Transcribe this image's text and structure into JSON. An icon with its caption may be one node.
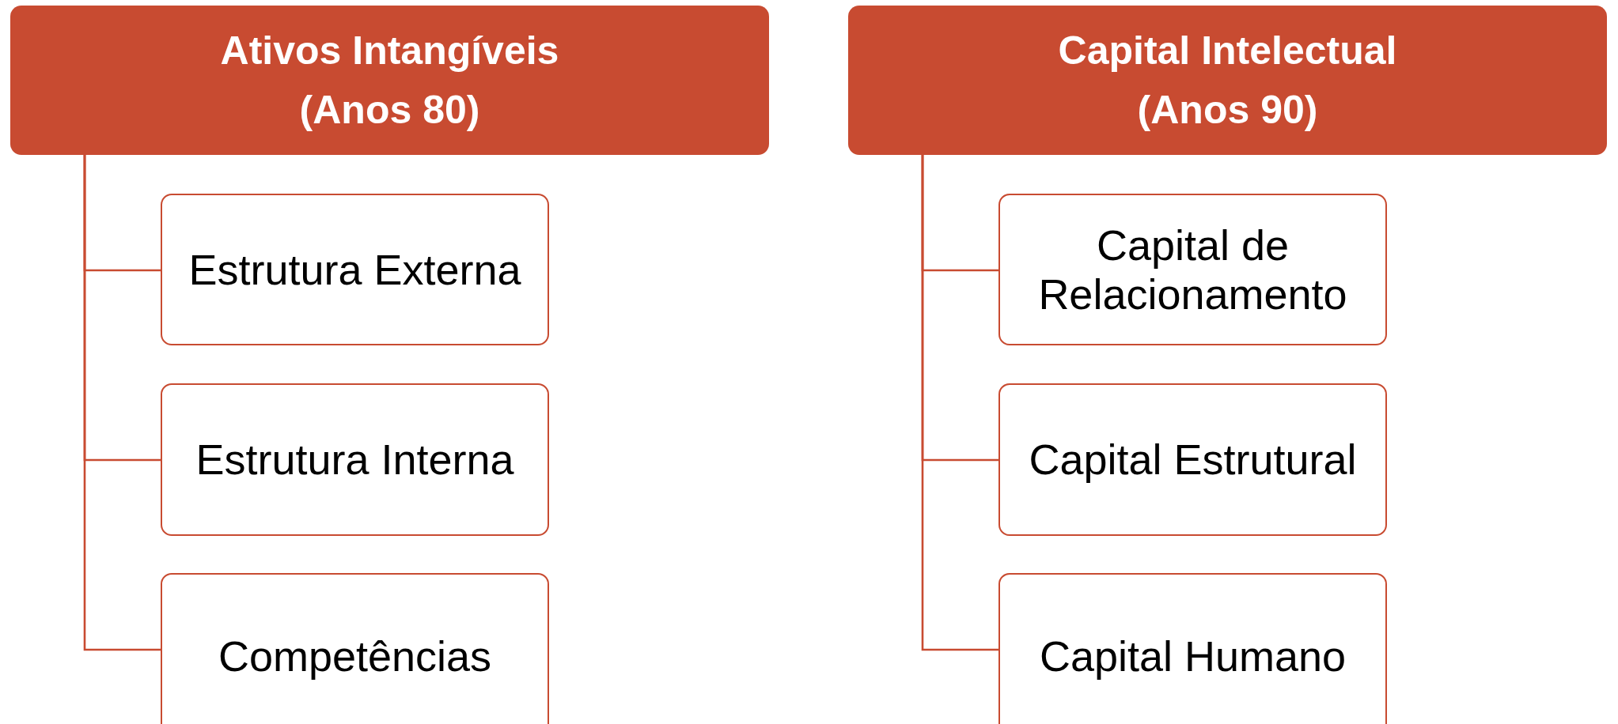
{
  "diagram": {
    "nodes": [
      {
        "text": [
          "Ativos Intangíveis",
          "(Anos 80)"
        ]
      },
      {
        "text": [
          "Estrutura Externa"
        ]
      },
      {
        "text": [
          "Estrutura Interna"
        ]
      },
      {
        "text": [
          "Competências"
        ]
      },
      {
        "text": [
          "Capital Intelectual",
          "(Anos 90)"
        ]
      },
      {
        "text": [
          "Capital de Relacionamento"
        ]
      },
      {
        "text": [
          "Capital Estrutural"
        ]
      },
      {
        "text": [
          "Capital Humano"
        ]
      }
    ],
    "edges": [
      {
        "from": 0,
        "to": 1,
        "arrow": "none"
      },
      {
        "from": 0,
        "to": 2,
        "arrow": "none"
      },
      {
        "from": 0,
        "to": 3,
        "arrow": "none"
      },
      {
        "from": 4,
        "to": 5,
        "arrow": "none"
      },
      {
        "from": 4,
        "to": 6,
        "arrow": "none"
      },
      {
        "from": 4,
        "to": 7,
        "arrow": "none"
      }
    ]
  }
}
